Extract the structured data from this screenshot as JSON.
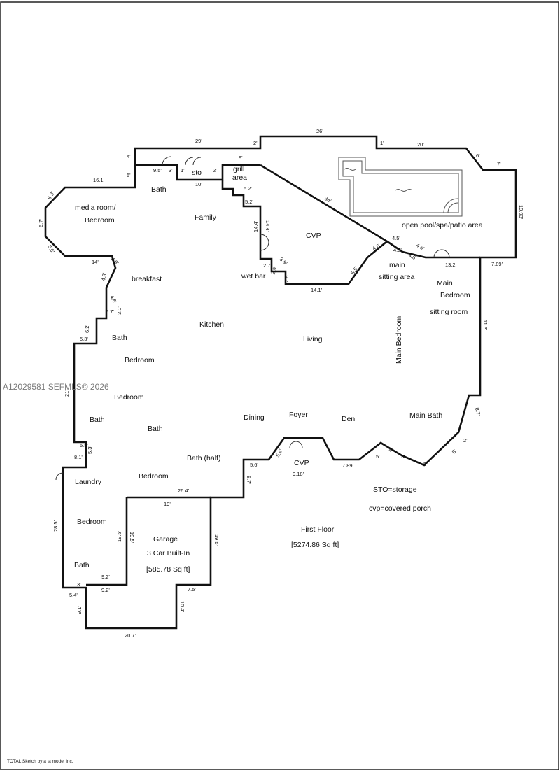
{
  "watermark": "A12029581  SEFMLS© 2026",
  "footer_credit": "TOTAL Sketch by a la mode, inc.",
  "rooms": {
    "bath_top": "Bath",
    "media_room_1": "media room/",
    "media_room_2": "Bedroom",
    "family": "Family",
    "sto": "sto",
    "grill_1": "grill",
    "grill_2": "area",
    "cvp_top": "CVP",
    "pool_area": "open pool/spa/patio area",
    "breakfast": "breakfast",
    "wet_bar": "wet bar",
    "main_sitting_1": "main",
    "main_sitting_2": "sitting area",
    "main_bedroom_1": "Main",
    "main_bedroom_2": "Bedroom",
    "sitting_room": "sitting room",
    "kitchen": "Kitchen",
    "bath_left": "Bath",
    "living": "Living",
    "main_bedroom_vertical": "Main Bedroom",
    "bedroom_1": "Bedroom",
    "bedroom_2": "Bedroom",
    "bath_2": "Bath",
    "bath_3": "Bath",
    "dining": "Dining",
    "foyer": "Foyer",
    "den": "Den",
    "main_bath": "Main Bath",
    "bath_half": "Bath (half)",
    "cvp_front": "CVP",
    "laundry": "Laundry",
    "bedroom_3": "Bedroom",
    "bedroom_4": "Bedroom",
    "bath_4": "Bath",
    "garage_1": "Garage",
    "garage_2": "3 Car Built-In",
    "garage_3": "[585.78 Sq ft]"
  },
  "notes": {
    "sto_legend": "STO=storage",
    "cvp_legend": "cvp=covered porch",
    "floor_name": "First Floor",
    "floor_area": "[5274.86 Sq ft]"
  },
  "dimensions": {
    "d29": "29'",
    "d26": "26'",
    "d2a": "2'",
    "d1a": "1'",
    "d20": "20'",
    "d4a": "4'",
    "d6a": "6'",
    "d7a": "7'",
    "d5a": "5'",
    "d161": "16.1'",
    "d95": "9.5'",
    "d3a": "3'",
    "d1b": "1'",
    "d10": "10'",
    "d2b": "2'",
    "d9a": "9'",
    "d63": "6.3'",
    "d67": "6.7'",
    "d36": "3.6'",
    "d52a": "5.2'",
    "d52b": "5.2'",
    "d34": "34'",
    "d1993": "19.93'",
    "d144a": "14.4'",
    "d144b": "14.4'",
    "d46a": "4.6'",
    "d45a": "4.5'",
    "d45b": "4.5'",
    "d46b": "4.6'",
    "d46c": "4.6'",
    "d14": "14'",
    "d48": "4.8'",
    "d39": "3.9'",
    "d27": "2.7'",
    "d29b": "2.9'",
    "d28": "2.8'",
    "d55": "5.5'",
    "d132": "13.2'",
    "d789a": "7.89'",
    "d43": "4.3'",
    "d141": "14.1'",
    "d46d": "4.6'",
    "d67b": "6.7'",
    "d31": "3.1'",
    "d113": "11.3'",
    "d62": "6.2'",
    "d53": "5.3'",
    "d21": "21'",
    "d87": "8.7'",
    "d55b": "5.5'",
    "d81": "8.1'",
    "d53b": "5.3'",
    "d2c": "2'",
    "d4b": "4'",
    "d5b": "5'",
    "d5c": "5'",
    "d8": "8'",
    "d5d": "5'",
    "d56": "5.6'",
    "d54": "5.4'",
    "d918": "9.18'",
    "d789b": "7.89'",
    "d264": "26.4'",
    "d87b": "8.7'",
    "d285": "28.5'",
    "d19": "19'",
    "d195a": "19.5'",
    "d195b": "19.5'",
    "d195c": "19.5'",
    "d92a": "9.2'",
    "d92b": "9.2'",
    "d75": "7.5'",
    "d3b": "3'",
    "d54b": "5.4'",
    "d91": "9.1'",
    "d104": "10.4'",
    "d207": "20.7'"
  }
}
